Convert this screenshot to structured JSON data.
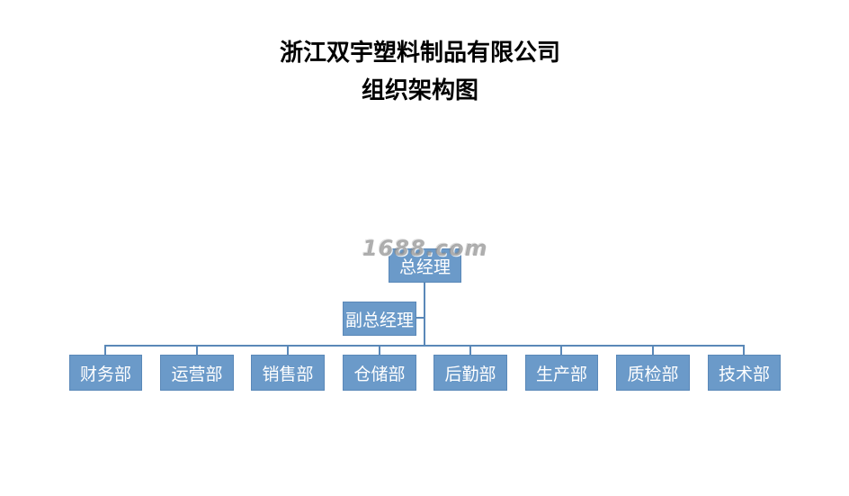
{
  "title": {
    "line1": "浙江双宇塑料制品有限公司",
    "line2": "组织架构图"
  },
  "watermark": "1688.com",
  "org": {
    "root": "总经理",
    "assistant": "副总经理",
    "departments": [
      "财务部",
      "运营部",
      "销售部",
      "仓储部",
      "后勤部",
      "生产部",
      "质检部",
      "技术部"
    ]
  },
  "colors": {
    "box_fill": "#6b9ac9",
    "box_text": "#ffffff",
    "connector": "#5a88b8"
  }
}
